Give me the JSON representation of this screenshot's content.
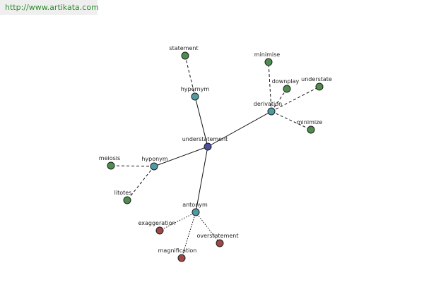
{
  "banner": {
    "url": "http://www.artikata.com"
  },
  "colors": {
    "center": "#4d4fa0",
    "relation": "#4f9aa3",
    "synonym": "#4f8d4f",
    "antonym_term": "#a04848",
    "edge": "#111111"
  },
  "nodes": [
    {
      "id": "understatement",
      "label": "understatement",
      "kind": "center"
    },
    {
      "id": "hypernym",
      "label": "hypernym",
      "kind": "relation"
    },
    {
      "id": "derivation",
      "label": "derivation",
      "kind": "relation"
    },
    {
      "id": "hyponym",
      "label": "hyponym",
      "kind": "relation"
    },
    {
      "id": "antonym",
      "label": "antonym",
      "kind": "relation"
    },
    {
      "id": "statement",
      "label": "statement",
      "kind": "synonym"
    },
    {
      "id": "minimise",
      "label": "minimise",
      "kind": "synonym"
    },
    {
      "id": "downplay",
      "label": "downplay",
      "kind": "synonym"
    },
    {
      "id": "understate",
      "label": "understate",
      "kind": "synonym"
    },
    {
      "id": "minimize",
      "label": "minimize",
      "kind": "synonym"
    },
    {
      "id": "meiosis",
      "label": "meiosis",
      "kind": "synonym"
    },
    {
      "id": "litotes",
      "label": "litotes",
      "kind": "synonym"
    },
    {
      "id": "exaggeration",
      "label": "exaggeration",
      "kind": "antonym_term"
    },
    {
      "id": "overstatement",
      "label": "overstatement",
      "kind": "antonym_term"
    },
    {
      "id": "magnification",
      "label": "magnification",
      "kind": "antonym_term"
    }
  ],
  "edges": [
    {
      "from": "understatement",
      "to": "hypernym",
      "style": "solid"
    },
    {
      "from": "understatement",
      "to": "derivation",
      "style": "solid"
    },
    {
      "from": "understatement",
      "to": "hyponym",
      "style": "solid"
    },
    {
      "from": "understatement",
      "to": "antonym",
      "style": "solid"
    },
    {
      "from": "hypernym",
      "to": "statement",
      "style": "dashed"
    },
    {
      "from": "derivation",
      "to": "minimise",
      "style": "dashed"
    },
    {
      "from": "derivation",
      "to": "downplay",
      "style": "dashed"
    },
    {
      "from": "derivation",
      "to": "understate",
      "style": "dashed"
    },
    {
      "from": "derivation",
      "to": "minimize",
      "style": "dashed"
    },
    {
      "from": "hyponym",
      "to": "meiosis",
      "style": "dashed"
    },
    {
      "from": "hyponym",
      "to": "litotes",
      "style": "dashed"
    },
    {
      "from": "antonym",
      "to": "exaggeration",
      "style": "dotted"
    },
    {
      "from": "antonym",
      "to": "overstatement",
      "style": "dotted"
    },
    {
      "from": "antonym",
      "to": "magnification",
      "style": "dotted"
    }
  ]
}
